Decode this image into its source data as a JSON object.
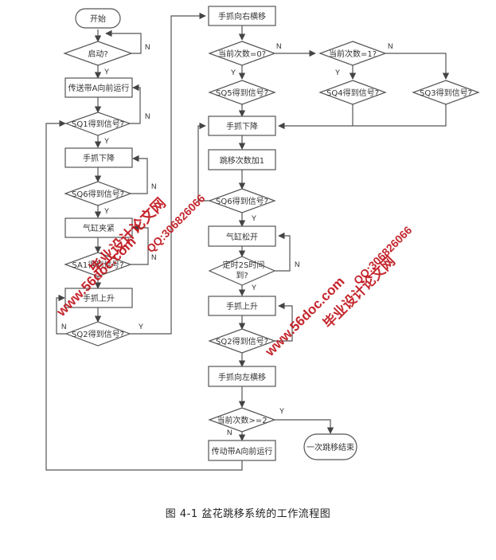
{
  "caption": "图 4-1  盆花跳移系统的工作流程图",
  "nodes": {
    "start": "开始",
    "start_q": "启动?",
    "belt_run1": "传送带A向前运行",
    "sq1": "SQ1得到信号?",
    "down1": "手抓下降",
    "sq6a": "SQ6得到信号?",
    "clamp": "气缸夹紧",
    "sa1": "SA1得到信号?",
    "up1": "手抓上升",
    "sq2a": "SQ2得到信号?",
    "right": "手抓向右横移",
    "cnt0": "当前次数=0?",
    "cnt1": "当前次数=1?",
    "sq5": "SQ5得到信号?",
    "sq4": "SQ4得到信号?",
    "sq3": "SQ3得到信号?",
    "down2": "手抓下降",
    "incr": "跳移次数加1",
    "sq6b": "SQ6得到信号?",
    "release": "气缸松开",
    "timer_l1": "定时2S时间",
    "timer_l2": "到?",
    "up2": "手抓上升",
    "sq2b": "SQ2得到信号?",
    "left": "手抓向左横移",
    "cnt2": "当前次数>=2",
    "belt_run2": "传动带A向前运行",
    "end": "一次跳移结束"
  },
  "edge_labels": {
    "yes": "Y",
    "no": "N"
  },
  "watermark": {
    "site": "www.56doc.com",
    "name": "毕业设计论文网",
    "qq": "QQ:306826066"
  },
  "colors": {
    "line": "#555555",
    "text": "#333333",
    "watermark": "#c0141b"
  }
}
